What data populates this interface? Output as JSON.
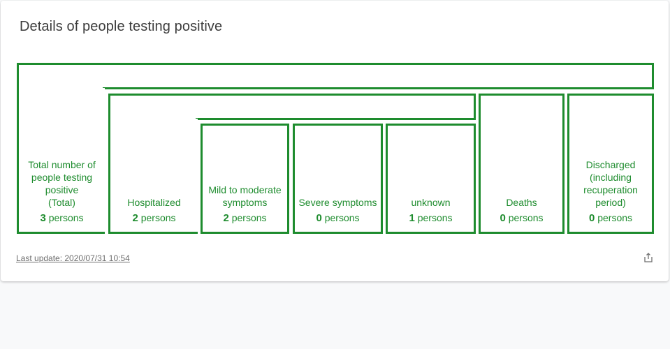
{
  "card": {
    "title": "Details of people testing positive",
    "last_update": "Last update: 2020/07/31 10:54"
  },
  "nodes": {
    "total": {
      "label_lines": [
        "Total number of",
        "people testing",
        "positive",
        "(Total)"
      ],
      "value": "3",
      "unit": "persons"
    },
    "hospitalized": {
      "label_lines": [
        "Hospitalized"
      ],
      "value": "2",
      "unit": "persons"
    },
    "mild": {
      "label_lines": [
        "Mild to moderate",
        "symptoms"
      ],
      "value": "2",
      "unit": "persons"
    },
    "severe": {
      "label_lines": [
        "Severe symptoms"
      ],
      "value": "0",
      "unit": "persons"
    },
    "unknown": {
      "label_lines": [
        "unknown"
      ],
      "value": "1",
      "unit": "persons"
    },
    "deaths": {
      "label_lines": [
        "Deaths"
      ],
      "value": "0",
      "unit": "persons"
    },
    "discharged": {
      "label_lines": [
        "Discharged",
        "(including",
        "recuperation",
        "period)"
      ],
      "value": "0",
      "unit": "persons"
    }
  },
  "colors": {
    "accent": "#1e8c2e"
  },
  "icons": {
    "share": "share-icon"
  }
}
